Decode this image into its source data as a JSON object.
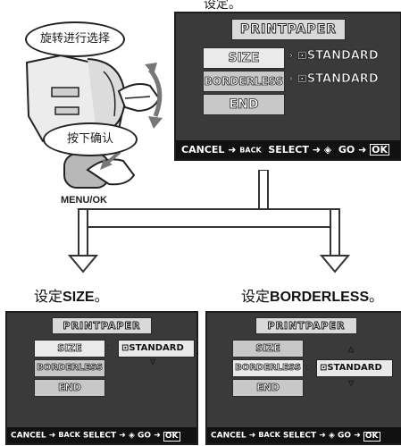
{
  "top_caption": "设定。",
  "callouts": {
    "rotate": "旋转进行选择",
    "press": "按下确认",
    "menu_ok": "MENU/OK"
  },
  "main_screen": {
    "title": "PRINTPAPER",
    "items": [
      "SIZE",
      "BORDERLESS",
      "END"
    ],
    "values": [
      "STANDARD",
      "STANDARD"
    ],
    "footer": {
      "cancel": "CANCEL",
      "back": "BACK",
      "select": "SELECT",
      "go": "GO",
      "ok": "OK"
    }
  },
  "left_caption": {
    "prefix": "设定",
    "bold": "SIZE",
    "suffix": "。"
  },
  "right_caption": {
    "prefix": "设定",
    "bold": "BORDERLESS",
    "suffix": "。"
  },
  "left_screen": {
    "title": "PRINTPAPER",
    "items": [
      "SIZE",
      "BORDERLESS",
      "END"
    ],
    "value": "STANDARD",
    "footer": {
      "cancel": "CANCEL",
      "back": "BACK",
      "select": "SELECT",
      "go": "GO",
      "ok": "OK"
    }
  },
  "right_screen": {
    "title": "PRINTPAPER",
    "items": [
      "SIZE",
      "BORDERLESS",
      "END"
    ],
    "value": "STANDARD",
    "footer": {
      "cancel": "CANCEL",
      "back": "BACK",
      "select": "SELECT",
      "go": "GO",
      "ok": "OK"
    }
  }
}
